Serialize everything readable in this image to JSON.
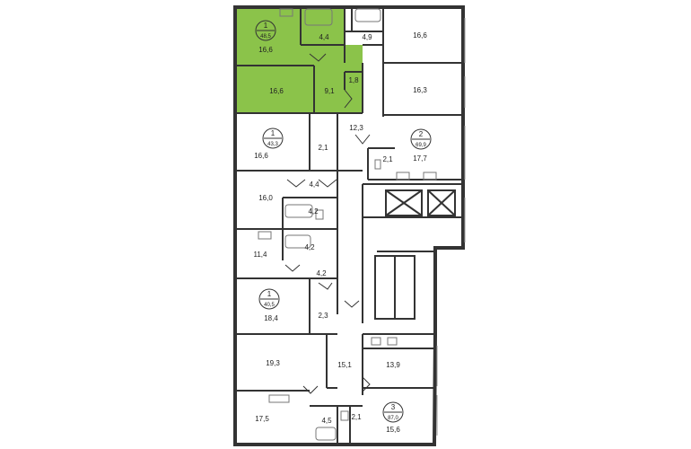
{
  "colors": {
    "wall": "#333333",
    "selected_fill": "#8bc34a",
    "background": "#ffffff",
    "fixture": "#777777"
  },
  "units": [
    {
      "number": "1",
      "total_area": "48,5",
      "selected": true
    },
    {
      "number": "1",
      "total_area": "43,3",
      "selected": false
    },
    {
      "number": "2",
      "total_area": "69,9",
      "selected": false
    },
    {
      "number": "1",
      "total_area": "40,5",
      "selected": false
    },
    {
      "number": "3",
      "total_area": "87,0",
      "selected": false
    }
  ],
  "rooms": [
    "16,6",
    "4,4",
    "16,6",
    "9,1",
    "1,8",
    "4,9",
    "16,6",
    "16,3",
    "12,3",
    "2,1",
    "17,7",
    "2,1",
    "16,6",
    "16,0",
    "4,4",
    "4,2",
    "4,2",
    "11,4",
    "4,2",
    "18,4",
    "2,3",
    "19,3",
    "15,1",
    "13,9",
    "17,5",
    "4,5",
    "2,1",
    "15,6"
  ]
}
